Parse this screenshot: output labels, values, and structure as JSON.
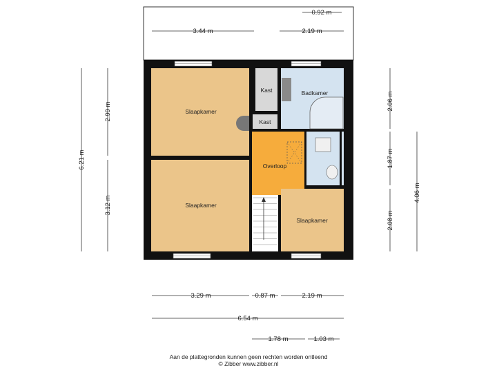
{
  "rooms": {
    "slaapkamer_top": "Slaapkamer",
    "slaapkamer_bottom": "Slaapkamer",
    "slaapkamer_small": "Slaapkamer",
    "kast_1": "Kast",
    "kast_2": "Kast",
    "badkamer": "Badkamer",
    "overloop": "Overloop"
  },
  "dimensions": {
    "top_092": "0.92 m",
    "top_344": "3.44 m",
    "top_219": "2.19 m",
    "left_621": "6.21 m",
    "left_299": "2.99 m",
    "left_312": "3.12 m",
    "right_206": "2.06 m",
    "right_187": "1.87 m",
    "right_208": "2.08 m",
    "right_406": "4.06 m",
    "bottom_329": "3.29 m",
    "bottom_087": "0.87 m",
    "bottom_219": "2.19 m",
    "bottom_654": "6.54 m",
    "bottom_178": "1.78 m",
    "bottom_103": "1.03 m"
  },
  "footer": {
    "line1": "Aan de plattegronden kunnen geen rechten worden ontleend",
    "line2": "© Zibber www.zibber.nl"
  },
  "colors": {
    "slaapkamer": "#ebc58a",
    "badkamer": "#d4e3f0",
    "overloop": "#f6ac3c",
    "kast": "#d3d3d3",
    "wall": "#111111"
  }
}
